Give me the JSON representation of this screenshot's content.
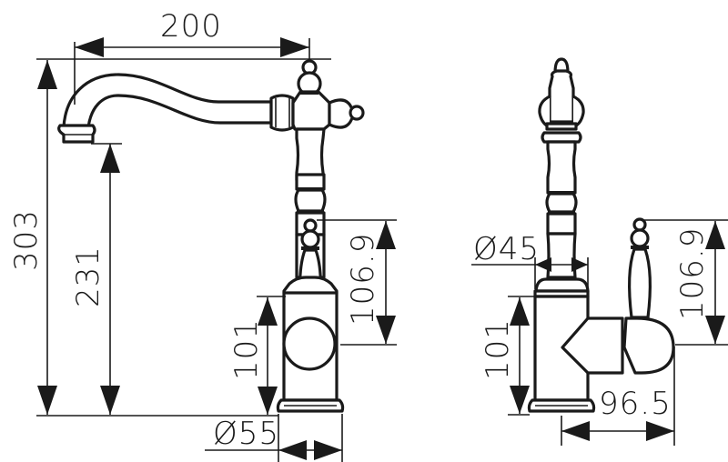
{
  "drawing": {
    "title": "Faucet technical dimension drawing",
    "views": [
      {
        "name": "front-view",
        "dimensions": {
          "spout_reach": "200",
          "total_height": "303",
          "spout_height": "231",
          "body_height": "101",
          "handle_height": "106.9",
          "base_diameter": "Ø55"
        }
      },
      {
        "name": "side-view",
        "dimensions": {
          "column_diameter": "Ø45",
          "handle_height": "106.9",
          "body_height": "101",
          "handle_projection": "96.5"
        }
      }
    ],
    "units": "mm",
    "line_color": "#1a1a1a",
    "background": "#ffffff"
  }
}
